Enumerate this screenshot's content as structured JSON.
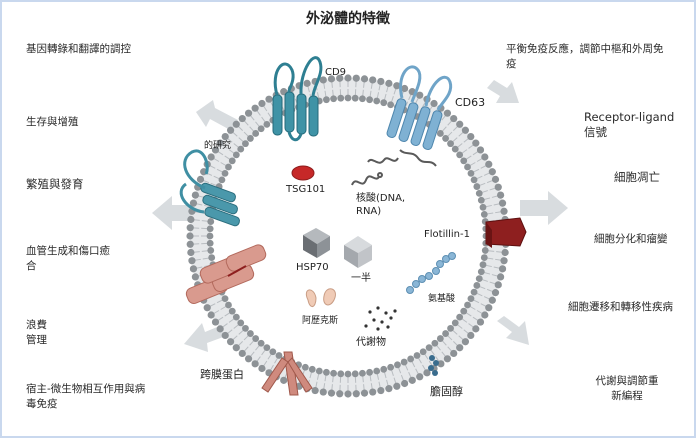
{
  "title": "外泌體的特徵",
  "left_labels": [
    "基因轉錄和翻譯的調控",
    "生存與增殖",
    "繁殖與發育",
    "血管生成和傷口癒合",
    "浪費管理",
    "宿主-微生物相互作用與病毒免疫"
  ],
  "right_labels": [
    "平衡免疫反應，調節中樞和外周免疫",
    "Receptor-ligand信號",
    "細胞凋亡",
    "細胞分化和瘤變",
    "細胞遷移和轉移性疾病",
    "代謝與調節重新編程"
  ],
  "membrane_labels": {
    "cd9": "CD9",
    "cd63": "CD63",
    "research": "的研究",
    "flotillin": "Flotillin-1",
    "transmembrane": "跨膜蛋白",
    "cholesterol": "膽固醇"
  },
  "cargo_labels": {
    "tsg101": "TSG101",
    "nucleic_acid": "核酸(DNA, RNA)",
    "hsp70": "HSP70",
    "half": "一半",
    "amino_acid": "氨基酸",
    "alix": "阿歷克斯",
    "metabolites": "代謝物"
  },
  "colors": {
    "membrane": "#8d9296",
    "cd9": "#2e7f92",
    "cd63": "#6fa4c8",
    "tsg101": "#c62828",
    "flotillin": "#8e1f1f",
    "arrow": "#d8dcdf",
    "transmembrane": "#c9847a"
  }
}
